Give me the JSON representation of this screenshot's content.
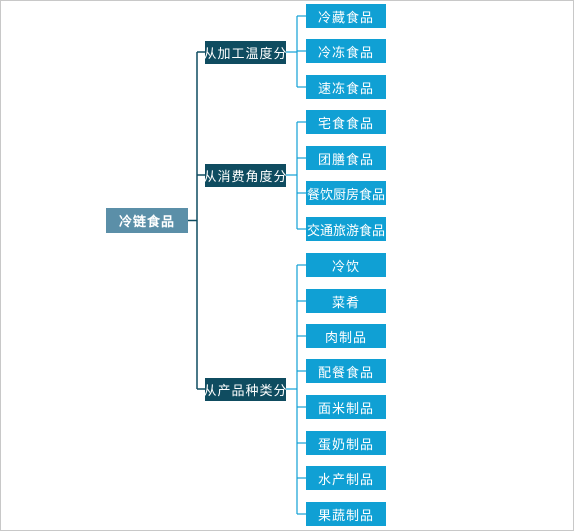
{
  "root": {
    "label": "冷链食品"
  },
  "groups": [
    {
      "label": "从加工温度分",
      "items": [
        "冷藏食品",
        "冷冻食品",
        "速冻食品"
      ]
    },
    {
      "label": "从消费角度分",
      "items": [
        "宅食食品",
        "团膳食品",
        "餐饮厨房食品",
        "交通旅游食品"
      ]
    },
    {
      "label": "从产品种类分",
      "items": [
        "冷饮",
        "菜肴",
        "肉制品",
        "配餐食品",
        "面米制品",
        "蛋奶制品",
        "水产制品",
        "果蔬制品"
      ]
    }
  ],
  "colors": {
    "root": "#5b8fa8",
    "group": "#0f4c60",
    "leaf": "#10a0d4",
    "line_dark": "#0f4c60",
    "line_light": "#10a0d4"
  }
}
